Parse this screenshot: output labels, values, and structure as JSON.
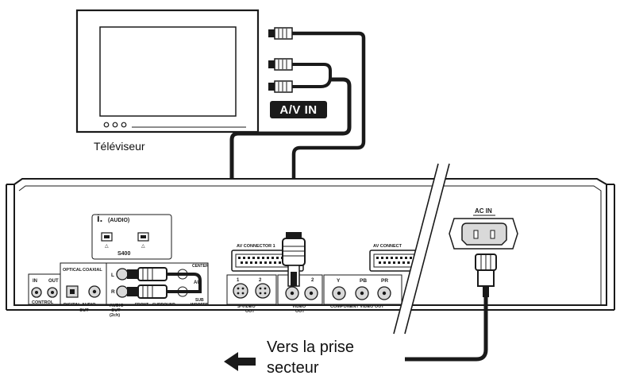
{
  "tv": {
    "label": "Téléviseur"
  },
  "av_in_badge": "A/V IN",
  "mains": {
    "label_line1": "Vers la prise",
    "label_line2": "secteur"
  },
  "panel": {
    "info_label": "(AUDIO)",
    "s400_label": "S400",
    "av_connector_1_label": "AV CONNECTOR 1",
    "av_connector_2_label": "AV CONNECT",
    "ac_in_label": "AC IN",
    "control": {
      "in": "IN",
      "out": "OUT",
      "label": "CONTROL"
    },
    "digital_audio": {
      "optical": "OPTICAL",
      "coaxial": "COAXIAL",
      "label_line1": "DIGITAL AUDIO",
      "label_line2": "OUT"
    },
    "audio_out": {
      "l": "L",
      "r": "R",
      "label_line1": "AUDIO",
      "label_line2": "OUT",
      "label_line3": "(2ch)",
      "front": "FRONT",
      "surround": "SURROUND",
      "center": "CENTER",
      "sub_line1": "SUB",
      "sub_line2": "WOOFER",
      "au": "AU"
    },
    "svideo": {
      "n1": "1",
      "n2": "2",
      "label_line1": "S-VIDEO",
      "label_line2": "OUT"
    },
    "video": {
      "n2": "2",
      "label_line1": "VIDEO",
      "label_line2": "OUT"
    },
    "component": {
      "y": "Y",
      "pb": "PB",
      "pr": "PR",
      "label": "COMPONENT VIDEO OUT"
    }
  },
  "colors": {
    "line": "#1a1a1a",
    "panel_fill": "#ffffff",
    "connector_fill": "#d9d9d9",
    "badge_bg": "#1a1a1a"
  }
}
